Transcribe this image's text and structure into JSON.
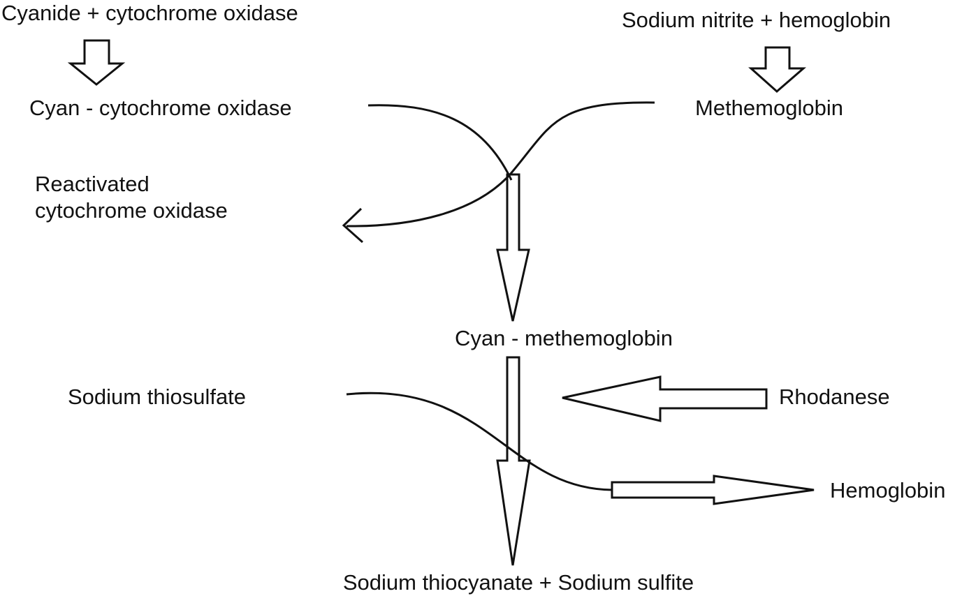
{
  "nodes": {
    "cyanide_cco": "Cyanide + cytochrome oxidase",
    "nitrite_hb": "Sodium nitrite + hemoglobin",
    "cyan_cco": "Cyan - cytochrome oxidase",
    "methb": "Methemoglobin",
    "reactivated_line1": "Reactivated",
    "reactivated_line2": "cytochrome oxidase",
    "cyan_methb": "Cyan - methemoglobin",
    "thiosulfate": "Sodium thiosulfate",
    "rhodanese": "Rhodanese",
    "hb": "Hemoglobin",
    "products": "Sodium thiocyanate + Sodium sulfite"
  },
  "colors": {
    "ink": "#111111",
    "background": "#ffffff"
  }
}
